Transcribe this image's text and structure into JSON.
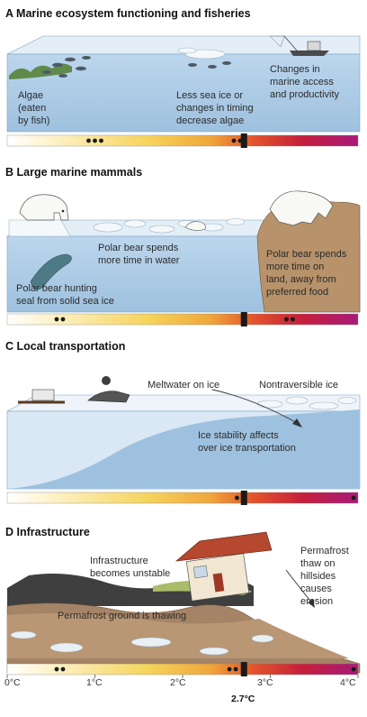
{
  "panels": {
    "a": {
      "title": "A  Marine ecosystem functioning and fisheries",
      "algae": [
        "Algae",
        "(eaten",
        "by fish)"
      ],
      "sea_ice": [
        "Less sea ice or",
        "changes in timing",
        "decrease algae"
      ],
      "access": [
        "Changes in",
        "marine access",
        "and productivity"
      ]
    },
    "b": {
      "title": "B  Large marine mammals",
      "water": [
        "Polar bear spends",
        "more time in water"
      ],
      "land": [
        "Polar bear spends",
        "more time on",
        "land, away from",
        "preferred food"
      ],
      "hunting": [
        "Polar bear hunting",
        "seal from solid sea ice"
      ]
    },
    "c": {
      "title": "C  Local transportation",
      "meltwater": "Meltwater on ice",
      "nontraversible": "Nontraversible ice",
      "stability": [
        "Ice stability affects",
        "over ice transportation"
      ]
    },
    "d": {
      "title": "D  Infrastructure",
      "unstable": [
        "Infrastructure",
        "becomes unstable"
      ],
      "thawing": "Permafrost ground is thawing",
      "erosion": [
        "Permafrost",
        "thaw on",
        "hillsides",
        "causes",
        "erosion"
      ]
    }
  },
  "scale": {
    "ticks": [
      "0°C",
      "1°C",
      "2°C",
      "3°C",
      "4°C"
    ],
    "marker_label": "2.7°C",
    "marker_value": 2.7,
    "min": 0,
    "max": 4
  },
  "colors": {
    "ocean": "#a9c9e3",
    "ocean_light": "#cfe2f1",
    "ice": "#f3f6f8",
    "land_brown": "#a27f5c",
    "rock": "#b08a60",
    "grass": "#a9bc6a",
    "house_roof": "#b5482f"
  },
  "bars": [
    {
      "panel": "a",
      "dots": [
        {
          "value": 1.0,
          "count": 3
        },
        {
          "value": 2.62,
          "count": 2
        }
      ]
    },
    {
      "panel": "b",
      "dots": [
        {
          "value": 0.6,
          "count": 2
        },
        {
          "value": 3.22,
          "count": 2
        }
      ]
    },
    {
      "panel": "c",
      "dots": [
        {
          "value": 2.62,
          "count": 1
        },
        {
          "value": 3.95,
          "count": 1
        }
      ]
    },
    {
      "panel": "d",
      "dots": [
        {
          "value": 0.6,
          "count": 2
        },
        {
          "value": 2.57,
          "count": 2
        },
        {
          "value": 3.95,
          "count": 1
        }
      ]
    }
  ]
}
